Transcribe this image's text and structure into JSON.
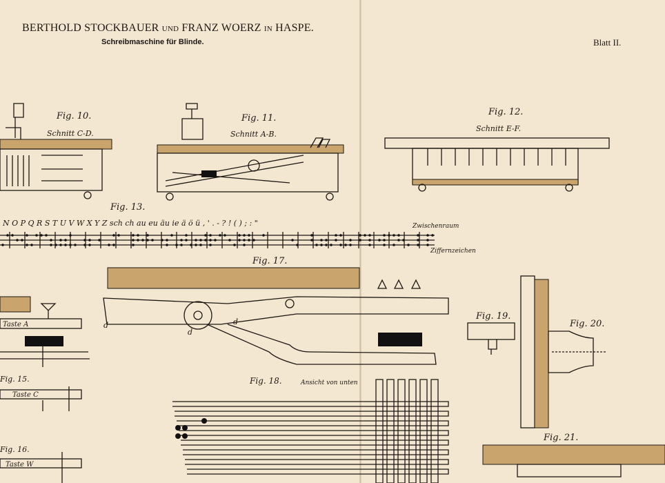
{
  "header": {
    "title_part1": "BERTHOLD STOCKBAUER",
    "title_und": "UND",
    "title_part2": "FRANZ WOERZ",
    "title_in": "IN",
    "title_part3": "HASPE.",
    "subtitle": "Schreibmaschine für Blinde.",
    "sheet": "Blatt II."
  },
  "figures": {
    "fig10": {
      "label": "Fig. 10.",
      "section": "Schnitt C-D."
    },
    "fig11": {
      "label": "Fig. 11.",
      "section": "Schnitt A-B."
    },
    "fig12": {
      "label": "Fig. 12.",
      "section": "Schnitt E-F."
    },
    "fig13": {
      "label": "Fig. 13.",
      "alphabet": "N O P Q R S T U V W X Y Z sch ch au eu äu ie ä ö ü , ' . - ? ! ( ) ; : \"",
      "note_space": "Zwischenraum",
      "note_digits": "Ziffernzeichen"
    },
    "fig15": {
      "label": "Fig. 15.",
      "key": "Taste C"
    },
    "fig16": {
      "label": "Fig. 16.",
      "key": "Taste W"
    },
    "fig14": {
      "key": "Taste A"
    },
    "fig17": {
      "label": "Fig. 17."
    },
    "fig18": {
      "label": "Fig. 18.",
      "view": "Ansicht von unten"
    },
    "fig19": {
      "label": "Fig. 19."
    },
    "fig20": {
      "label": "Fig. 20."
    },
    "fig21": {
      "label": "Fig. 21."
    }
  }
}
